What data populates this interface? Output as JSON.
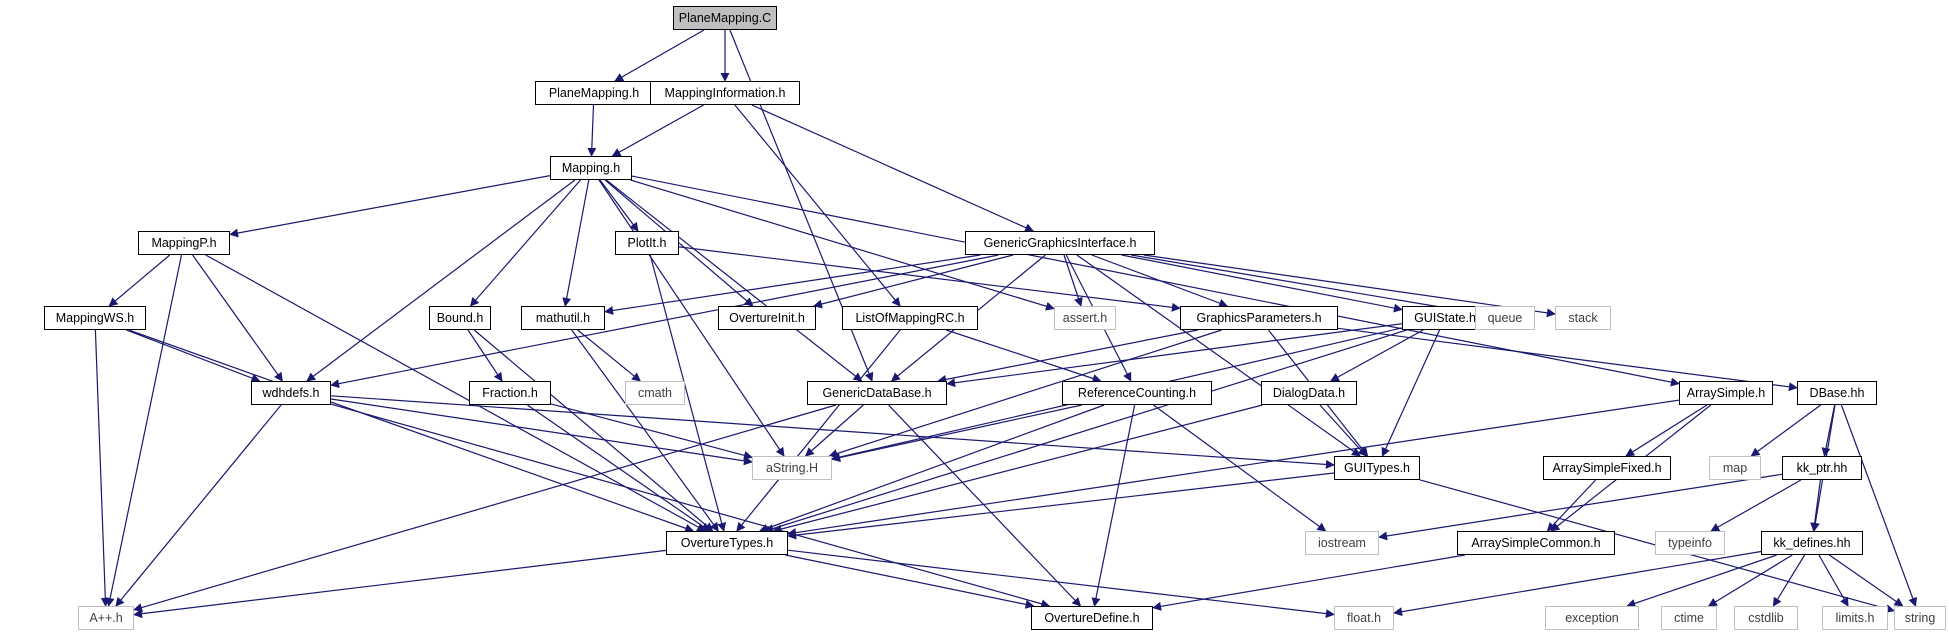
{
  "colors": {
    "edge": "#191970",
    "box_border": "#000000",
    "external_border": "#bfbfbf",
    "root_fill": "#bfbfbf"
  },
  "nodes": {
    "planemapping_c": {
      "label": "PlaneMapping.C",
      "kind": "root"
    },
    "planemapping_h": {
      "label": "PlaneMapping.h",
      "kind": "documented"
    },
    "mappinginformation_h": {
      "label": "MappingInformation.h",
      "kind": "documented"
    },
    "mapping_h": {
      "label": "Mapping.h",
      "kind": "documented"
    },
    "mappingp_h": {
      "label": "MappingP.h",
      "kind": "documented"
    },
    "plotit_h": {
      "label": "PlotIt.h",
      "kind": "documented"
    },
    "ggi_h": {
      "label": "GenericGraphicsInterface.h",
      "kind": "documented"
    },
    "mappingws_h": {
      "label": "MappingWS.h",
      "kind": "documented"
    },
    "bound_h": {
      "label": "Bound.h",
      "kind": "documented"
    },
    "mathutil_h": {
      "label": "mathutil.h",
      "kind": "documented"
    },
    "overtureinit_h": {
      "label": "OvertureInit.h",
      "kind": "documented"
    },
    "listofmappingrc_h": {
      "label": "ListOfMappingRC.h",
      "kind": "documented"
    },
    "assert_h": {
      "label": "assert.h",
      "kind": "external"
    },
    "graphicsparameters_h": {
      "label": "GraphicsParameters.h",
      "kind": "documented"
    },
    "guistate_h": {
      "label": "GUIState.h",
      "kind": "documented"
    },
    "queue": {
      "label": "queue",
      "kind": "external"
    },
    "stack": {
      "label": "stack",
      "kind": "external"
    },
    "wdhdefs_h": {
      "label": "wdhdefs.h",
      "kind": "documented"
    },
    "fraction_h": {
      "label": "Fraction.h",
      "kind": "documented"
    },
    "cmath": {
      "label": "cmath",
      "kind": "external"
    },
    "genericdatabase_h": {
      "label": "GenericDataBase.h",
      "kind": "documented"
    },
    "referencecounting_h": {
      "label": "ReferenceCounting.h",
      "kind": "documented"
    },
    "dialogdata_h": {
      "label": "DialogData.h",
      "kind": "documented"
    },
    "arraysimple_h": {
      "label": "ArraySimple.h",
      "kind": "documented"
    },
    "dbase_hh": {
      "label": "DBase.hh",
      "kind": "documented"
    },
    "astring_h": {
      "label": "aString.H",
      "kind": "external"
    },
    "guitypes_h": {
      "label": "GUITypes.h",
      "kind": "documented"
    },
    "arraysimplefixed_h": {
      "label": "ArraySimpleFixed.h",
      "kind": "documented"
    },
    "map": {
      "label": "map",
      "kind": "external"
    },
    "kk_ptr_hh": {
      "label": "kk_ptr.hh",
      "kind": "documented"
    },
    "overturetypes_h": {
      "label": "OvertureTypes.h",
      "kind": "documented"
    },
    "iostream": {
      "label": "iostream",
      "kind": "external"
    },
    "arraysimplecommon_h": {
      "label": "ArraySimpleCommon.h",
      "kind": "documented"
    },
    "typeinfo": {
      "label": "typeinfo",
      "kind": "external"
    },
    "kk_defines_hh": {
      "label": "kk_defines.hh",
      "kind": "documented"
    },
    "a_h": {
      "label": "A++.h",
      "kind": "external"
    },
    "overturedefine_h": {
      "label": "OvertureDefine.h",
      "kind": "documented"
    },
    "float_h": {
      "label": "float.h",
      "kind": "external"
    },
    "exception": {
      "label": "exception",
      "kind": "external"
    },
    "ctime": {
      "label": "ctime",
      "kind": "external"
    },
    "cstdlib": {
      "label": "cstdlib",
      "kind": "external"
    },
    "limits_h": {
      "label": "limits.h",
      "kind": "external"
    },
    "string": {
      "label": "string",
      "kind": "external"
    }
  },
  "edges": [
    [
      "planemapping_c",
      "planemapping_h"
    ],
    [
      "planemapping_c",
      "mappinginformation_h"
    ],
    [
      "planemapping_c",
      "genericdatabase_h"
    ],
    [
      "planemapping_h",
      "mapping_h"
    ],
    [
      "mappinginformation_h",
      "mapping_h"
    ],
    [
      "mappinginformation_h",
      "listofmappingrc_h"
    ],
    [
      "mappinginformation_h",
      "ggi_h"
    ],
    [
      "mapping_h",
      "mappingp_h"
    ],
    [
      "mapping_h",
      "plotit_h"
    ],
    [
      "mapping_h",
      "bound_h"
    ],
    [
      "mapping_h",
      "mathutil_h"
    ],
    [
      "mapping_h",
      "overtureinit_h"
    ],
    [
      "mapping_h",
      "assert_h"
    ],
    [
      "mapping_h",
      "wdhdefs_h"
    ],
    [
      "mapping_h",
      "genericdatabase_h"
    ],
    [
      "mapping_h",
      "astring_h"
    ],
    [
      "mapping_h",
      "arraysimple_h"
    ],
    [
      "mappingp_h",
      "mappingws_h"
    ],
    [
      "mappingp_h",
      "wdhdefs_h"
    ],
    [
      "mappingp_h",
      "overturetypes_h"
    ],
    [
      "mappingp_h",
      "a_h"
    ],
    [
      "mappingws_h",
      "wdhdefs_h"
    ],
    [
      "mappingws_h",
      "overturetypes_h"
    ],
    [
      "mappingws_h",
      "a_h"
    ],
    [
      "plotit_h",
      "overturetypes_h"
    ],
    [
      "plotit_h",
      "graphicsparameters_h"
    ],
    [
      "ggi_h",
      "overtureinit_h"
    ],
    [
      "ggi_h",
      "mathutil_h"
    ],
    [
      "ggi_h",
      "assert_h"
    ],
    [
      "ggi_h",
      "graphicsparameters_h"
    ],
    [
      "ggi_h",
      "guistate_h"
    ],
    [
      "ggi_h",
      "queue"
    ],
    [
      "ggi_h",
      "stack"
    ],
    [
      "ggi_h",
      "genericdatabase_h"
    ],
    [
      "ggi_h",
      "wdhdefs_h"
    ],
    [
      "ggi_h",
      "guitypes_h"
    ],
    [
      "ggi_h",
      "referencecounting_h"
    ],
    [
      "bound_h",
      "fraction_h"
    ],
    [
      "bound_h",
      "overturetypes_h"
    ],
    [
      "mathutil_h",
      "cmath"
    ],
    [
      "mathutil_h",
      "overturetypes_h"
    ],
    [
      "listofmappingrc_h",
      "referencecounting_h"
    ],
    [
      "listofmappingrc_h",
      "overturetypes_h"
    ],
    [
      "graphicsparameters_h",
      "genericdatabase_h"
    ],
    [
      "graphicsparameters_h",
      "astring_h"
    ],
    [
      "graphicsparameters_h",
      "guitypes_h"
    ],
    [
      "graphicsparameters_h",
      "dbase_hh"
    ],
    [
      "guistate_h",
      "dialogdata_h"
    ],
    [
      "guistate_h",
      "guitypes_h"
    ],
    [
      "guistate_h",
      "genericdatabase_h"
    ],
    [
      "guistate_h",
      "astring_h"
    ],
    [
      "guistate_h",
      "overturetypes_h"
    ],
    [
      "wdhdefs_h",
      "astring_h"
    ],
    [
      "wdhdefs_h",
      "a_h"
    ],
    [
      "wdhdefs_h",
      "overturedefine_h"
    ],
    [
      "wdhdefs_h",
      "guitypes_h"
    ],
    [
      "fraction_h",
      "overturetypes_h"
    ],
    [
      "fraction_h",
      "astring_h"
    ],
    [
      "genericdatabase_h",
      "astring_h"
    ],
    [
      "genericdatabase_h",
      "overturedefine_h"
    ],
    [
      "genericdatabase_h",
      "a_h"
    ],
    [
      "referencecounting_h",
      "overturetypes_h"
    ],
    [
      "referencecounting_h",
      "overturedefine_h"
    ],
    [
      "referencecounting_h",
      "iostream"
    ],
    [
      "referencecounting_h",
      "astring_h"
    ],
    [
      "dialogdata_h",
      "guitypes_h"
    ],
    [
      "dialogdata_h",
      "overturetypes_h"
    ],
    [
      "guitypes_h",
      "overturetypes_h"
    ],
    [
      "guitypes_h",
      "string"
    ],
    [
      "arraysimple_h",
      "arraysimplefixed_h"
    ],
    [
      "arraysimple_h",
      "arraysimplecommon_h"
    ],
    [
      "arraysimple_h",
      "overturetypes_h"
    ],
    [
      "arraysimplefixed_h",
      "arraysimplecommon_h"
    ],
    [
      "arraysimplecommon_h",
      "overturedefine_h"
    ],
    [
      "dbase_hh",
      "map"
    ],
    [
      "dbase_hh",
      "kk_ptr_hh"
    ],
    [
      "dbase_hh",
      "string"
    ],
    [
      "dbase_hh",
      "kk_defines_hh"
    ],
    [
      "kk_ptr_hh",
      "kk_defines_hh"
    ],
    [
      "kk_ptr_hh",
      "typeinfo"
    ],
    [
      "kk_ptr_hh",
      "iostream"
    ],
    [
      "kk_defines_hh",
      "exception"
    ],
    [
      "kk_defines_hh",
      "ctime"
    ],
    [
      "kk_defines_hh",
      "cstdlib"
    ],
    [
      "kk_defines_hh",
      "limits_h"
    ],
    [
      "kk_defines_hh",
      "string"
    ],
    [
      "kk_defines_hh",
      "float_h"
    ],
    [
      "overturetypes_h",
      "a_h"
    ],
    [
      "overturetypes_h",
      "overturedefine_h"
    ],
    [
      "overturetypes_h",
      "float_h"
    ]
  ]
}
